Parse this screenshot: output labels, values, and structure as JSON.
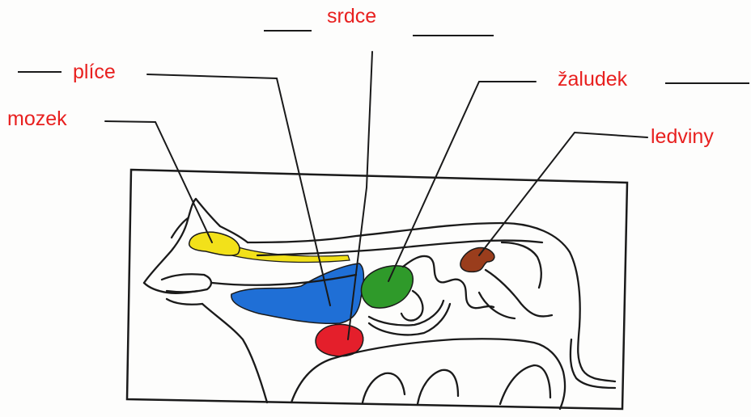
{
  "colors": {
    "label_text": "#e8201f",
    "line_ink": "#1a1a1a",
    "brain": "#f2e11a",
    "spinal_cord": "#f2e11a",
    "lungs": "#1f6fd6",
    "heart": "#e41f2b",
    "stomach": "#2f9a2a",
    "kidney": "#9a3d1c"
  },
  "organs": [
    {
      "id": "brain",
      "icon": "brain-shape",
      "label": "mozek"
    },
    {
      "id": "lungs",
      "icon": "lung-shape",
      "label": "plíce"
    },
    {
      "id": "heart",
      "icon": "heart-shape",
      "label": "srdce"
    },
    {
      "id": "stomach",
      "icon": "stomach-shape",
      "label": "žaludek"
    },
    {
      "id": "kidney",
      "icon": "kidney-shape",
      "label": "ledviny"
    }
  ],
  "labels": {
    "srdce": "srdce",
    "plice": "plíce",
    "zaludek": "žaludek",
    "mozek": "mozek",
    "ledviny": "ledviny"
  }
}
